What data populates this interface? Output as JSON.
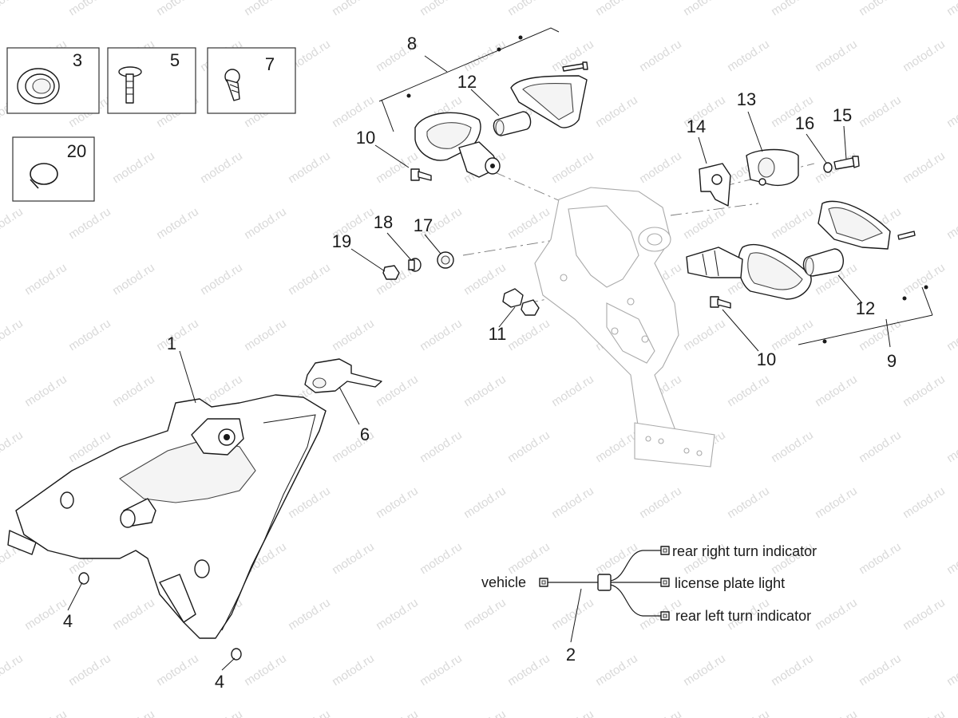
{
  "watermark": "motod.ru",
  "callouts": {
    "c1": "1",
    "c2": "2",
    "c3": "3",
    "c4a": "4",
    "c4b": "4",
    "c5": "5",
    "c6": "6",
    "c7": "7",
    "c8": "8",
    "c9": "9",
    "c10a": "10",
    "c10b": "10",
    "c11": "11",
    "c12a": "12",
    "c12b": "12",
    "c13": "13",
    "c14": "14",
    "c15": "15",
    "c16": "16",
    "c17": "17",
    "c18": "18",
    "c19": "19",
    "c20": "20"
  },
  "wiring": {
    "vehicle": "vehicle",
    "rear_right": "rear right turn indicator",
    "license_plate": "license plate light",
    "rear_left": "rear left turn indicator"
  }
}
